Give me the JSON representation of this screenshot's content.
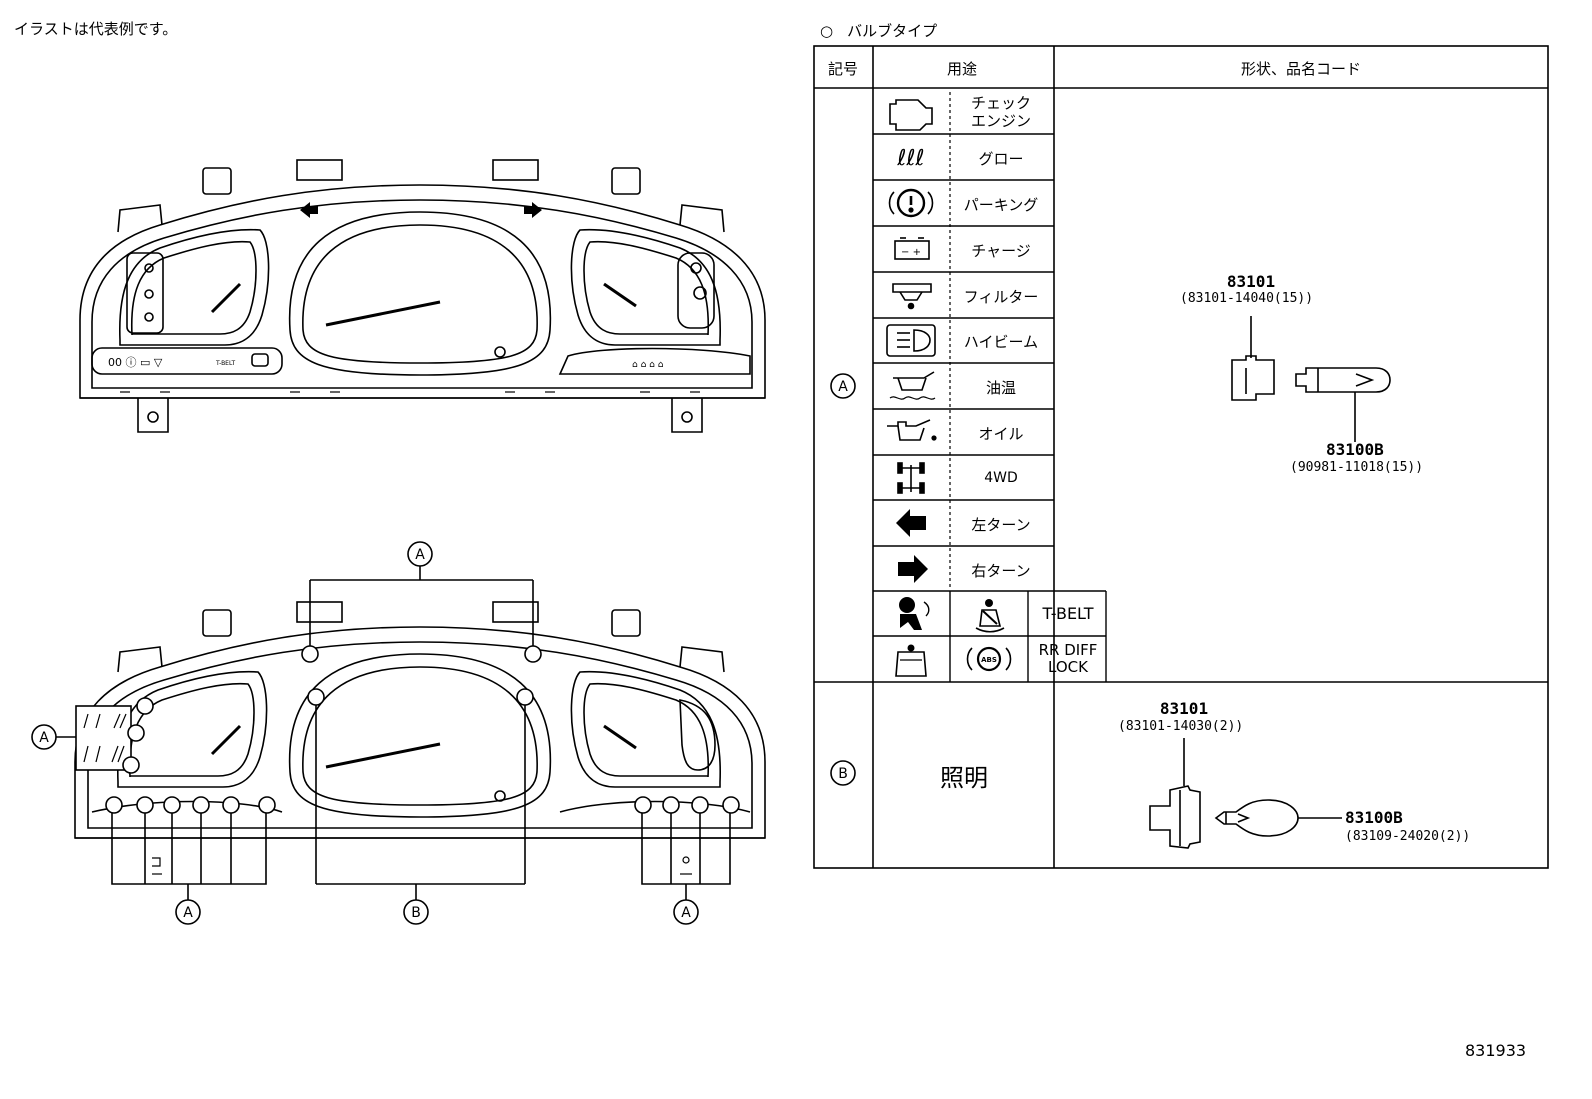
{
  "note": "イラストは代表例です。",
  "figure_id": "831933",
  "table": {
    "title_symbol": "○",
    "title": "バルブタイプ",
    "headers": {
      "code": "記号",
      "use": "用途",
      "shape": "形状、品名コード"
    },
    "row_a": {
      "label": "A",
      "items": [
        {
          "icon": "check-engine-icon",
          "text": "チェック\nエンジン"
        },
        {
          "icon": "glow-icon",
          "text": "グロー"
        },
        {
          "icon": "parking-brake-icon",
          "text": "パーキング"
        },
        {
          "icon": "charge-icon",
          "text": "チャージ"
        },
        {
          "icon": "fuel-filter-icon",
          "text": "フィルター"
        },
        {
          "icon": "high-beam-icon",
          "text": "ハイビーム"
        },
        {
          "icon": "oil-temp-icon",
          "text": "油温"
        },
        {
          "icon": "oil-pressure-icon",
          "text": "オイル"
        },
        {
          "icon": "4wd-icon",
          "text": "4WD"
        },
        {
          "icon": "left-turn-icon",
          "text": "左ターン"
        },
        {
          "icon": "right-turn-icon",
          "text": "右ターン"
        }
      ],
      "extra_rows": [
        {
          "icons": [
            "airbag-icon",
            "seatbelt-icon"
          ],
          "text": "T-BELT"
        },
        {
          "icons": [
            "door-icon",
            "abs-icon"
          ],
          "text": "RR DIFF\nLOCK"
        }
      ],
      "abs_label": "ABS",
      "socket_part": "83101",
      "socket_code": "(83101-14040(15))",
      "bulb_part": "83100B",
      "bulb_code": "(90981-11018(15))"
    },
    "row_b": {
      "label": "B",
      "use": "照明",
      "socket_part": "83101",
      "socket_code": "(83101-14030(2))",
      "bulb_part": "83100B",
      "bulb_code": "(83109-24020(2))"
    }
  },
  "diagram": {
    "callout_a": "A",
    "callout_b": "B",
    "cluster_small_label": "T-BELT"
  }
}
